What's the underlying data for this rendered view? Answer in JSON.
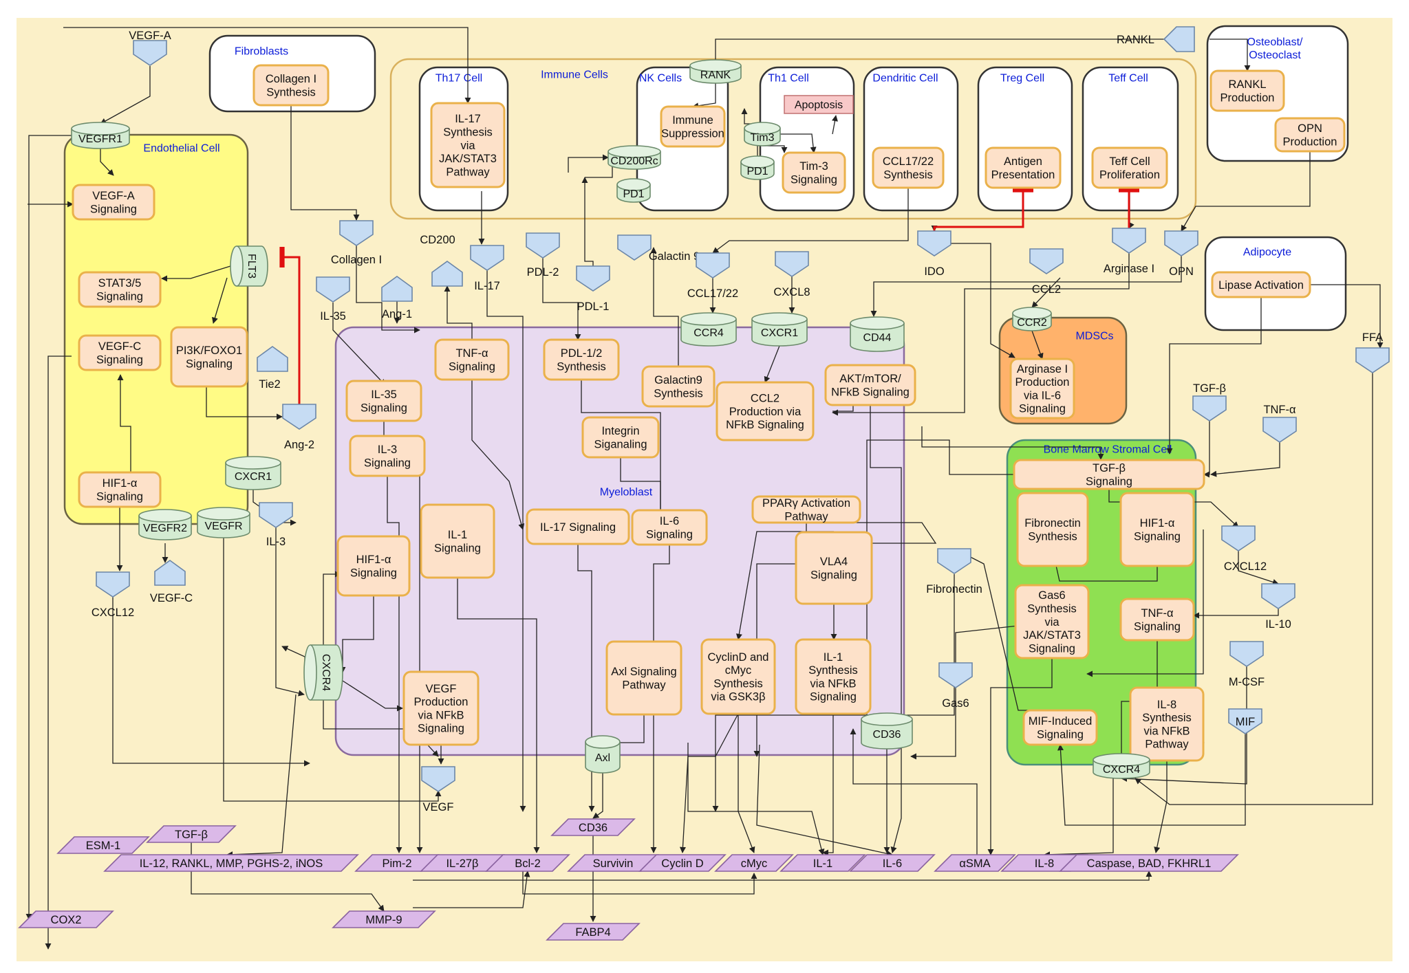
{
  "compartments": {
    "fibroblasts": "Fibroblasts",
    "immune_cells": "Immune Cells",
    "th17": "Th17 Cell",
    "nk": "NK Cells",
    "th1": "Th1 Cell",
    "dendritic": "Dendritic Cell",
    "treg": "Treg Cell",
    "teff": "Teff Cell",
    "osteoblast": "Osteoblast/\nOsteoclast",
    "endothelial": "Endothelial Cell",
    "adipocyte": "Adipocyte",
    "mdsc": "MDSCs",
    "myeloblast": "Myeloblast",
    "bmsc": "Bone Marrow Stromal Cell"
  },
  "processes": {
    "collagen_synth": "Collagen I\nSynthesis",
    "il17_synth": "IL-17\nSynthesis\nvia\nJAK/STAT3\nPathway",
    "immune_supp": "Immune\nSuppression",
    "apoptosis": "Apoptosis",
    "tim3_sig": "Tim-3\nSignaling",
    "ccl1722_synth": "CCL17/22\nSynthesis",
    "antigen_pres": "Antigen\nPresentation",
    "teff_prolif": "Teff Cell\nProliferation",
    "rankl_prod": "RANKL\nProduction",
    "opn_prod": "OPN\nProduction",
    "vegfa_sig": "VEGF-A\nSignaling",
    "stat35_sig": "STAT3/5\nSignaling",
    "vegfc_sig": "VEGF-C\nSignaling",
    "pi3k_sig": "PI3K/FOXO1\nSignaling",
    "hif1a_endo": "HIF1-α\nSignaling",
    "lipase_act": "Lipase Activation",
    "arginase_prod": "Arginase I\nProduction\nvia IL-6\nSignaling",
    "tnfa_sig": "TNF-α\nSignaling",
    "pdl12_synth": "PDL-1/2\nSynthesis",
    "galectin9_synth": "Galactin9\nSynthesis",
    "ccl2_prod": "CCL2\nProduction via\nNFkB Signaling",
    "akt_sig": "AKT/mTOR/\nNFkB Signaling",
    "il35_sig": "IL-35\nSignaling",
    "integrin_sig": "Integrin\nSiganaling",
    "il3_sig": "IL-3\nSignaling",
    "il1_sig": "IL-1\nSignaling",
    "il17_sig": "IL-17 Signaling",
    "il6_sig": "IL-6\nSignaling",
    "ppar_path": "PPARγ Activation\nPathway",
    "hif1a_myelo": "HIF1-α\nSignaling",
    "vla4_sig": "VLA4\nSignaling",
    "axl_path": "Axl Signaling\nPathway",
    "cyclind_synth": "CyclinD and\ncMyc\nSynthesis\nvia GSK3β",
    "il1_synth": "IL-1\nSynthesis\nvia NFkB\nSignaling",
    "vegf_prod": "VEGF\nProduction\nvia NFkB\nSignaling",
    "tgfb_sig": "TGF-β\nSignaling",
    "fibronectin_synth": "Fibronectin\nSynthesis",
    "hif1a_bmsc": "HIF1-α\nSignaling",
    "gas6_synth": "Gas6\nSynthesis\nvia\nJAK/STAT3\nSignaling",
    "tnfa_bmsc": "TNF-α\nSignaling",
    "mif_sig": "MIF-Induced\nSignaling",
    "il8_synth": "IL-8\nSynthesis\nvia NFkB\nPathway"
  },
  "receptors": {
    "vegfr1": "VEGFR1",
    "flt3": "FLT3",
    "cd200rc": "CD200Rc",
    "pd1_nk": "PD1",
    "rank": "RANK",
    "tim3": "Tim3",
    "pd1_th1": "PD1",
    "ccr4": "CCR4",
    "cxcr1_top": "CXCR1",
    "cd44": "CD44",
    "ccr2": "CCR2",
    "cxcr1_left": "CXCR1",
    "vegfr2": "VEGFR2",
    "vegfr": "VEGFR",
    "cxcr4_left": "CXCR4",
    "axl": "Axl",
    "cd36_recv": "CD36",
    "cxcr4_right": "CXCR4"
  },
  "ligands": {
    "vegf_a": "VEGF-A",
    "rankl": "RANKL",
    "collagen": "Collagen I",
    "cd200": "CD200",
    "il17": "IL-17",
    "pdl2": "PDL-2",
    "galectin9": "Galactin 9",
    "pdl1": "PDL-1",
    "ccl1722": "CCL17/22",
    "cxcl8": "CXCL8",
    "ido": "IDO",
    "ccl2": "CCL2",
    "arginase": "Arginase I",
    "opn": "OPN",
    "il35": "IL-35",
    "ang1": "Ang-1",
    "tie2": "Tie2",
    "ang2": "Ang-2",
    "il3": "IL-3",
    "vegf_c": "VEGF-C",
    "cxcl12_left": "CXCL12",
    "vegf": "VEGF",
    "ffa": "FFA",
    "tgfb_right": "TGF-β",
    "tnfa_right": "TNF-α",
    "cxcl12_right": "CXCL12",
    "fibronectin": "Fibronectin",
    "il10": "IL-10",
    "gas6": "Gas6",
    "mcsf": "M-CSF",
    "mif": "MIF"
  },
  "outputs": {
    "esm1": "ESM-1",
    "tgfb_out": "TGF-β",
    "il12": "IL-12, RANKL, MMP, PGHS-2, iNOS",
    "pim2": "Pim-2",
    "il27b": "IL-27β",
    "bcl2": "Bcl-2",
    "cd36_out": "CD36",
    "survivin": "Survivin",
    "cyclind": "Cyclin D",
    "cmyc": "cMyc",
    "il1": "IL-1",
    "il6": "IL-6",
    "asma": "αSMA",
    "il8": "IL-8",
    "caspase": "Caspase, BAD, FKHRL1",
    "cox2": "COX2",
    "mmp9": "MMP-9",
    "fabp4": "FABP4"
  },
  "colors": {
    "page_bg": "#fbf0c8",
    "endothelial": "#fffb85",
    "myeloblast": "#e8daf0",
    "mdsc": "#ffb26b",
    "bmsc": "#8fe052",
    "process_fill": "#fde1c9",
    "process_stroke": "#eab14a",
    "receptor_fill": "#d4ebd2",
    "ligand_fill": "#c6dcf3",
    "output_fill": "#dbb9e8",
    "inhibit": "#e01010",
    "title_blue": "#0b1cd8"
  }
}
